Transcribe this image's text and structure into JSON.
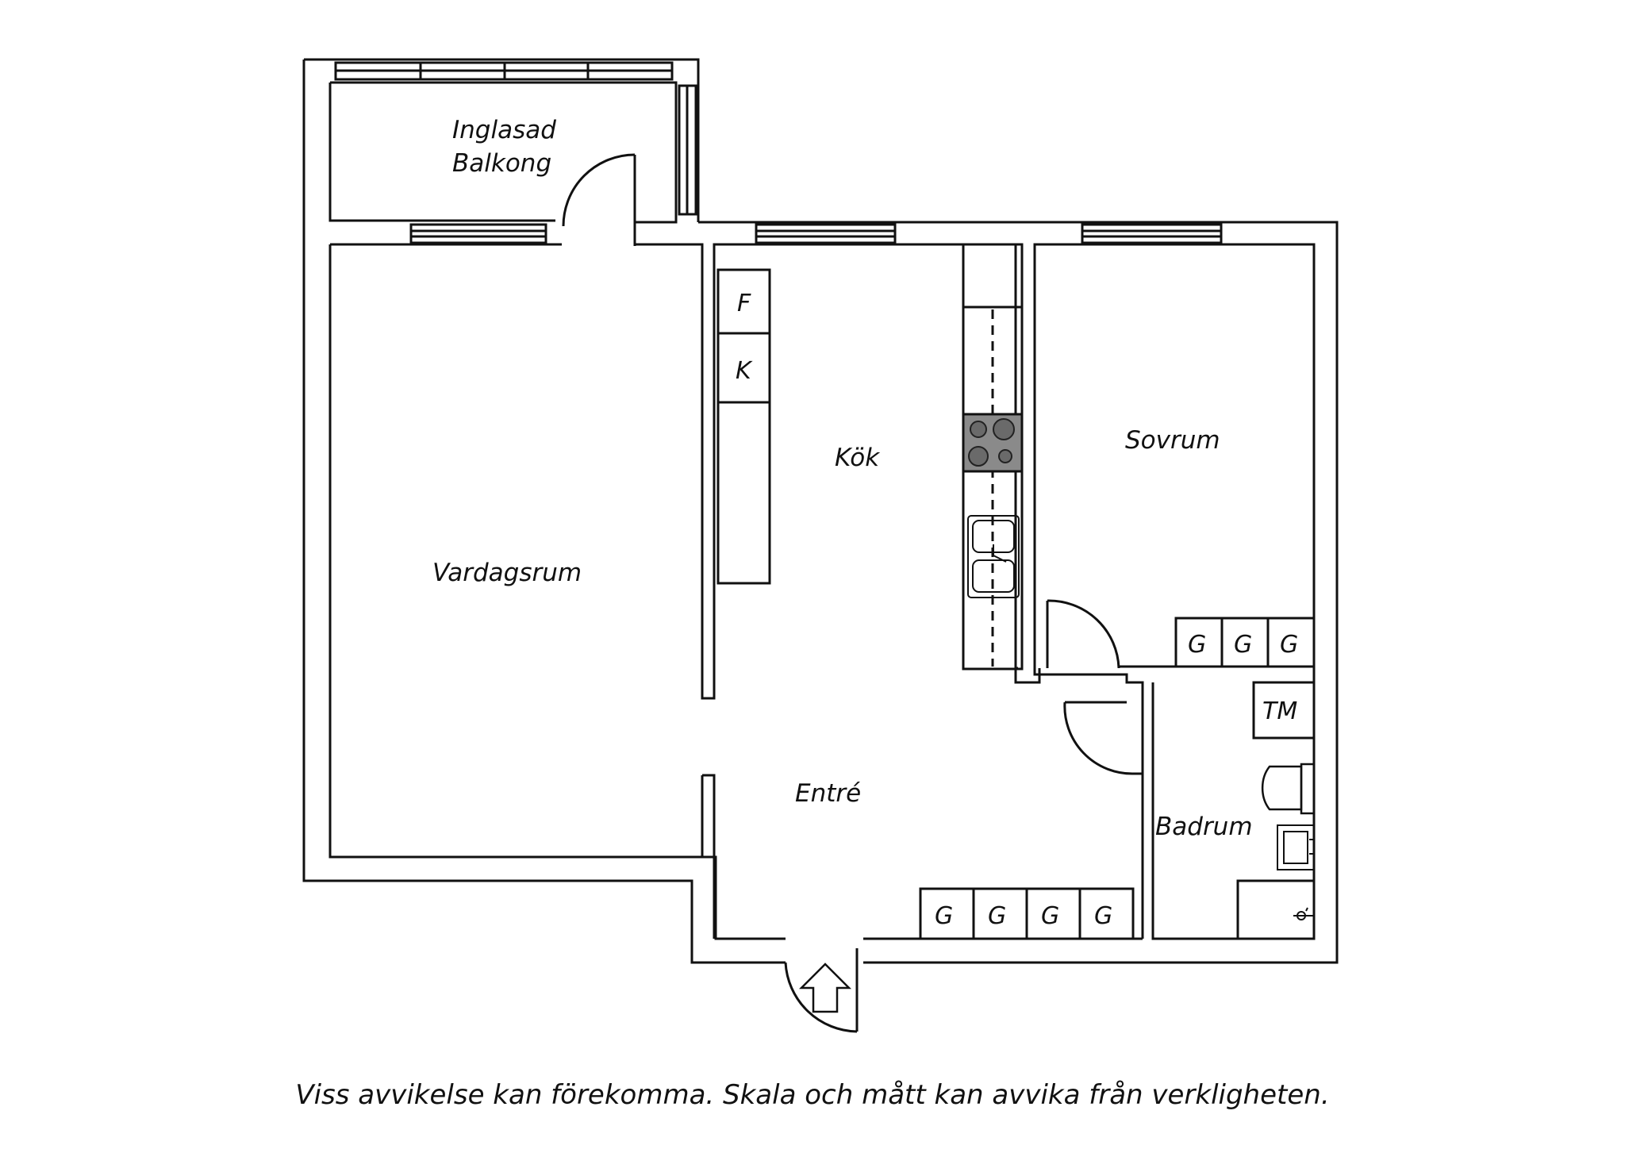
{
  "rooms": {
    "balcony": "Inglasad\nBalkong",
    "balcony_line1": "Inglasad",
    "balcony_line2": "Balkong",
    "living_room": "Vardagsrum",
    "kitchen": "Kök",
    "bedroom": "Sovrum",
    "entrance": "Entré",
    "bathroom": "Badrum"
  },
  "fixtures": {
    "fridge": "F",
    "freezer": "K",
    "bedroom_wardrobes": [
      "G",
      "G",
      "G"
    ],
    "entrance_wardrobes": [
      "G",
      "G",
      "G",
      "G"
    ],
    "washer": "TM"
  },
  "footer": {
    "disclaimer": "Viss avvikelse kan förekomma. Skala och mått kan avvika från verkligheten."
  },
  "colors": {
    "wall": "#111111",
    "stove": "#8a8a8a",
    "background": "#ffffff"
  }
}
